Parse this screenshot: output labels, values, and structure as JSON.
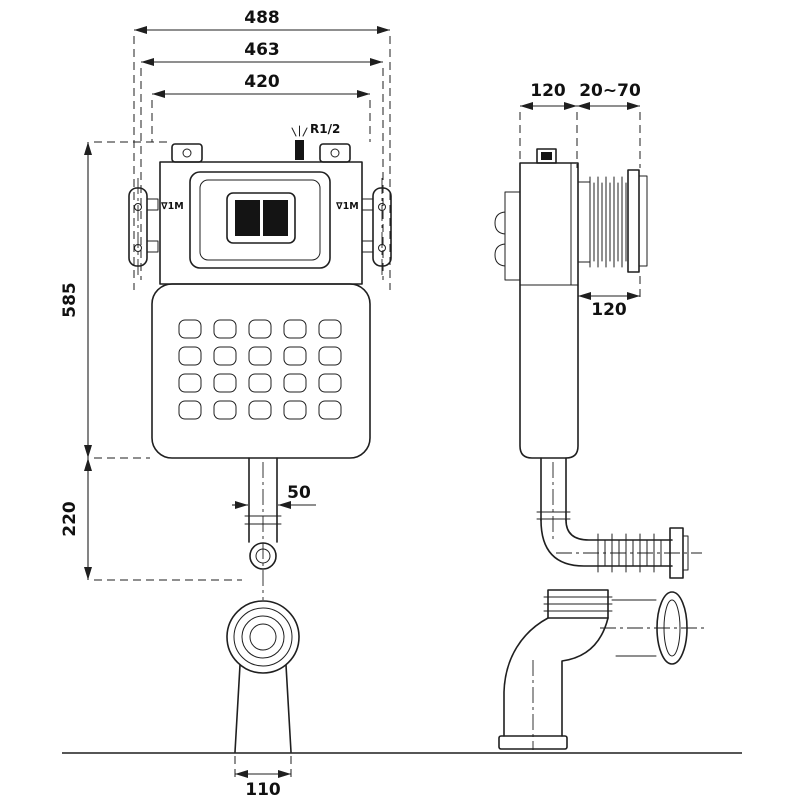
{
  "front_view": {
    "dim_overall_width": "488",
    "dim_frame_width": "463",
    "dim_tank_width": "420",
    "dim_height": "585",
    "dim_outlet_drop": "220",
    "dim_pipe_diameter": "50",
    "dim_outlet_width": "110",
    "inlet_label": "R1/2",
    "water_mark_left": "∇1M",
    "water_mark_right": "∇1M"
  },
  "side_view": {
    "dim_depth_top": "120",
    "dim_adjust_range": "20~70",
    "dim_depth_lower": "120"
  },
  "colors": {
    "line": "#1f1f1f",
    "background": "#ffffff"
  }
}
